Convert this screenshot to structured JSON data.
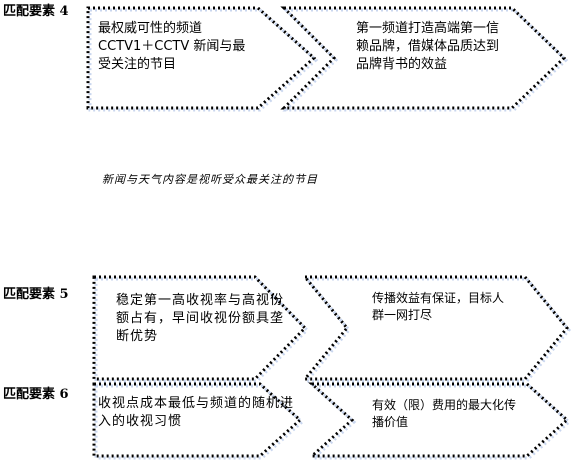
{
  "rows": [
    {
      "label": "匹配要素 4",
      "left_text": "最权威可性的频道 CCTV1＋CCTV 新闻与最受关注的节目",
      "right_text": "第一频道打造高端第一信赖品牌，借媒体品质达到品牌背书的效益"
    },
    {
      "label": "匹配要素 5",
      "left_text": "稳定第一高收视率与高视份额占有，早间收视份额具垄断优势",
      "right_text": "传播效益有保证，目标人群一网打尽"
    },
    {
      "label": "匹配要素 6",
      "left_text": "收视点成本最低与频道的随机进入的收视习惯",
      "right_text": "有效（限）费用的最大化传播价值"
    }
  ],
  "note": "新闻与天气内容是视听受众最关注的节目"
}
